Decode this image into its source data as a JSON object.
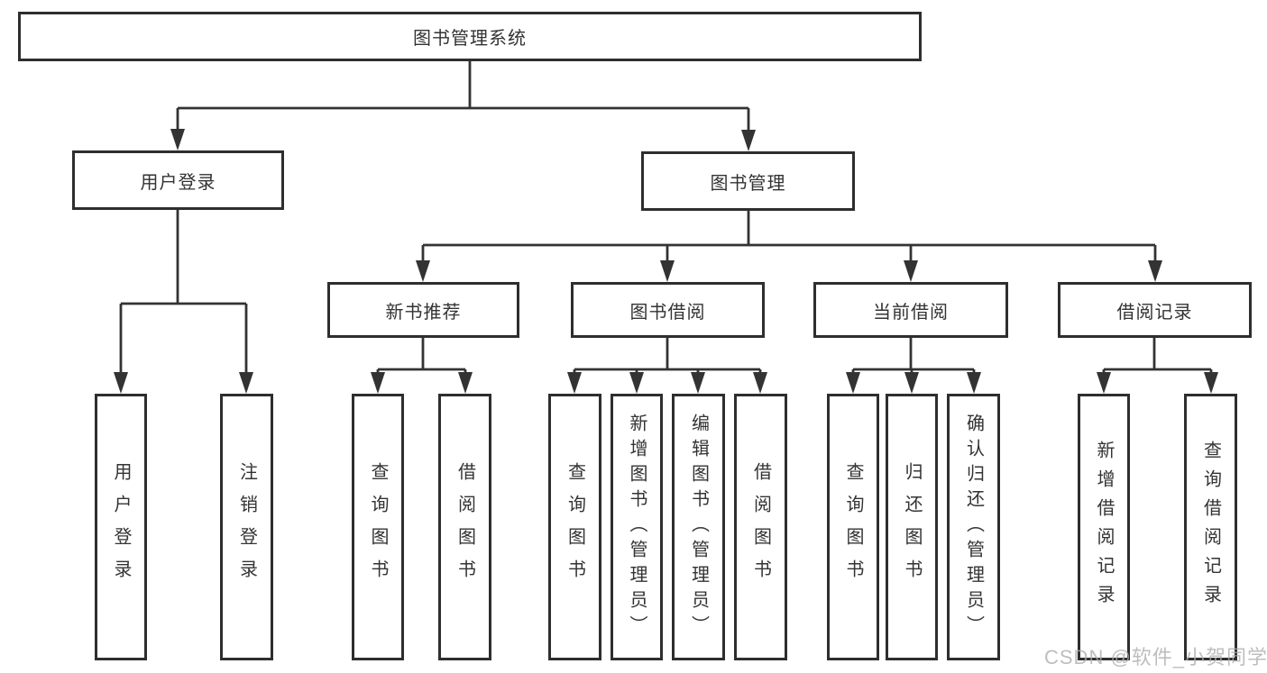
{
  "diagram_type": "hierarchy-tree",
  "tree": {
    "label": "图书管理系统",
    "children": [
      {
        "label": "用户登录",
        "children": [
          {
            "label": "用户登录"
          },
          {
            "label": "注销登录"
          }
        ]
      },
      {
        "label": "图书管理",
        "children": [
          {
            "label": "新书推荐",
            "children": [
              {
                "label": "查询图书"
              },
              {
                "label": "借阅图书"
              }
            ]
          },
          {
            "label": "图书借阅",
            "children": [
              {
                "label": "查询图书"
              },
              {
                "label": "新增图书（管理员）"
              },
              {
                "label": "编辑图书（管理员）"
              },
              {
                "label": "借阅图书"
              }
            ]
          },
          {
            "label": "当前借阅",
            "children": [
              {
                "label": "查询图书"
              },
              {
                "label": "归还图书"
              },
              {
                "label": "确认归还（管理员）"
              }
            ]
          },
          {
            "label": "借阅记录",
            "children": [
              {
                "label": "新增借阅记录"
              },
              {
                "label": "查询借阅记录"
              }
            ]
          }
        ]
      }
    ]
  },
  "watermark": {
    "text": "CSDN @软件_小贺同学"
  },
  "colors": {
    "background": "#ffffff",
    "box_fill": "#ffffff",
    "box_border": "#2e2e2e",
    "line": "#333333",
    "text": "#333333",
    "watermark": "#acacac"
  }
}
